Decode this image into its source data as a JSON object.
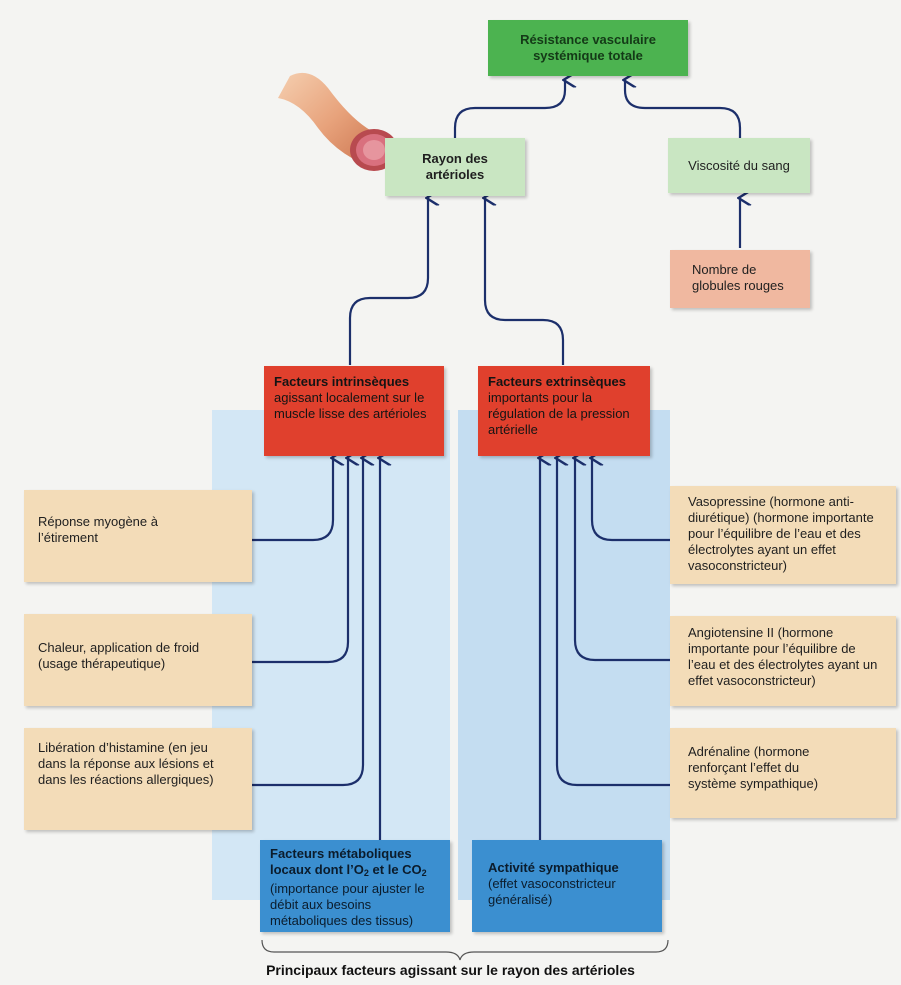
{
  "nodes": {
    "resistance": "Résistance vasculaire systémique totale",
    "rayon": "Rayon des artérioles",
    "viscosite": "Viscosité du sang",
    "globules": "Nombre de globules rouges",
    "intrinseques": {
      "title": "Facteurs intrinsèques",
      "text": "agissant localement sur le muscle lisse des artérioles"
    },
    "extrinseques": {
      "title": "Facteurs extrinsèques",
      "text": "importants pour la régulation de la pression artérielle"
    },
    "myogene": "Réponse myogène à l’étirement",
    "chaleur": "Chaleur, application de froid (usage thérapeutique)",
    "histamine": "Libération d’histamine (en jeu dans la réponse aux lésions et dans les réactions allergiques)",
    "metaboliques": {
      "title_a": "Facteurs métaboliques locaux dont l’O",
      "sub1": "2",
      "title_b": " et le CO",
      "sub2": "2",
      "text": "(importance pour ajuster le débit aux besoins métaboliques des tissus)"
    },
    "sympathique": {
      "title": "Activité sympathique",
      "text": "(effet vasoconstricteur généralisé)"
    },
    "vasopressine": "Vasopressine (hormone anti-diurétique) (hormone importante pour l’équilibre de l’eau et des électrolytes ayant un effet vasoconstricteur)",
    "angiotensine": "Angiotensine II (hormone importante pour l’équilibre de l’eau et des électrolytes ayant un effet vasoconstricteur)",
    "adrenaline": "Adrénaline (hormone renforçant l’effet du système sympathique)"
  },
  "caption": "Principaux facteurs agissant sur le rayon des artérioles",
  "colors": {
    "green": "#4cb350",
    "light_green": "#c9e6c2",
    "salmon": "#f0b8a0",
    "red": "#e0402d",
    "tan": "#f3dcb8",
    "blue": "#3b8fd0",
    "panel_blue": "#cfe4f3",
    "arrow": "#1c2f6b"
  }
}
